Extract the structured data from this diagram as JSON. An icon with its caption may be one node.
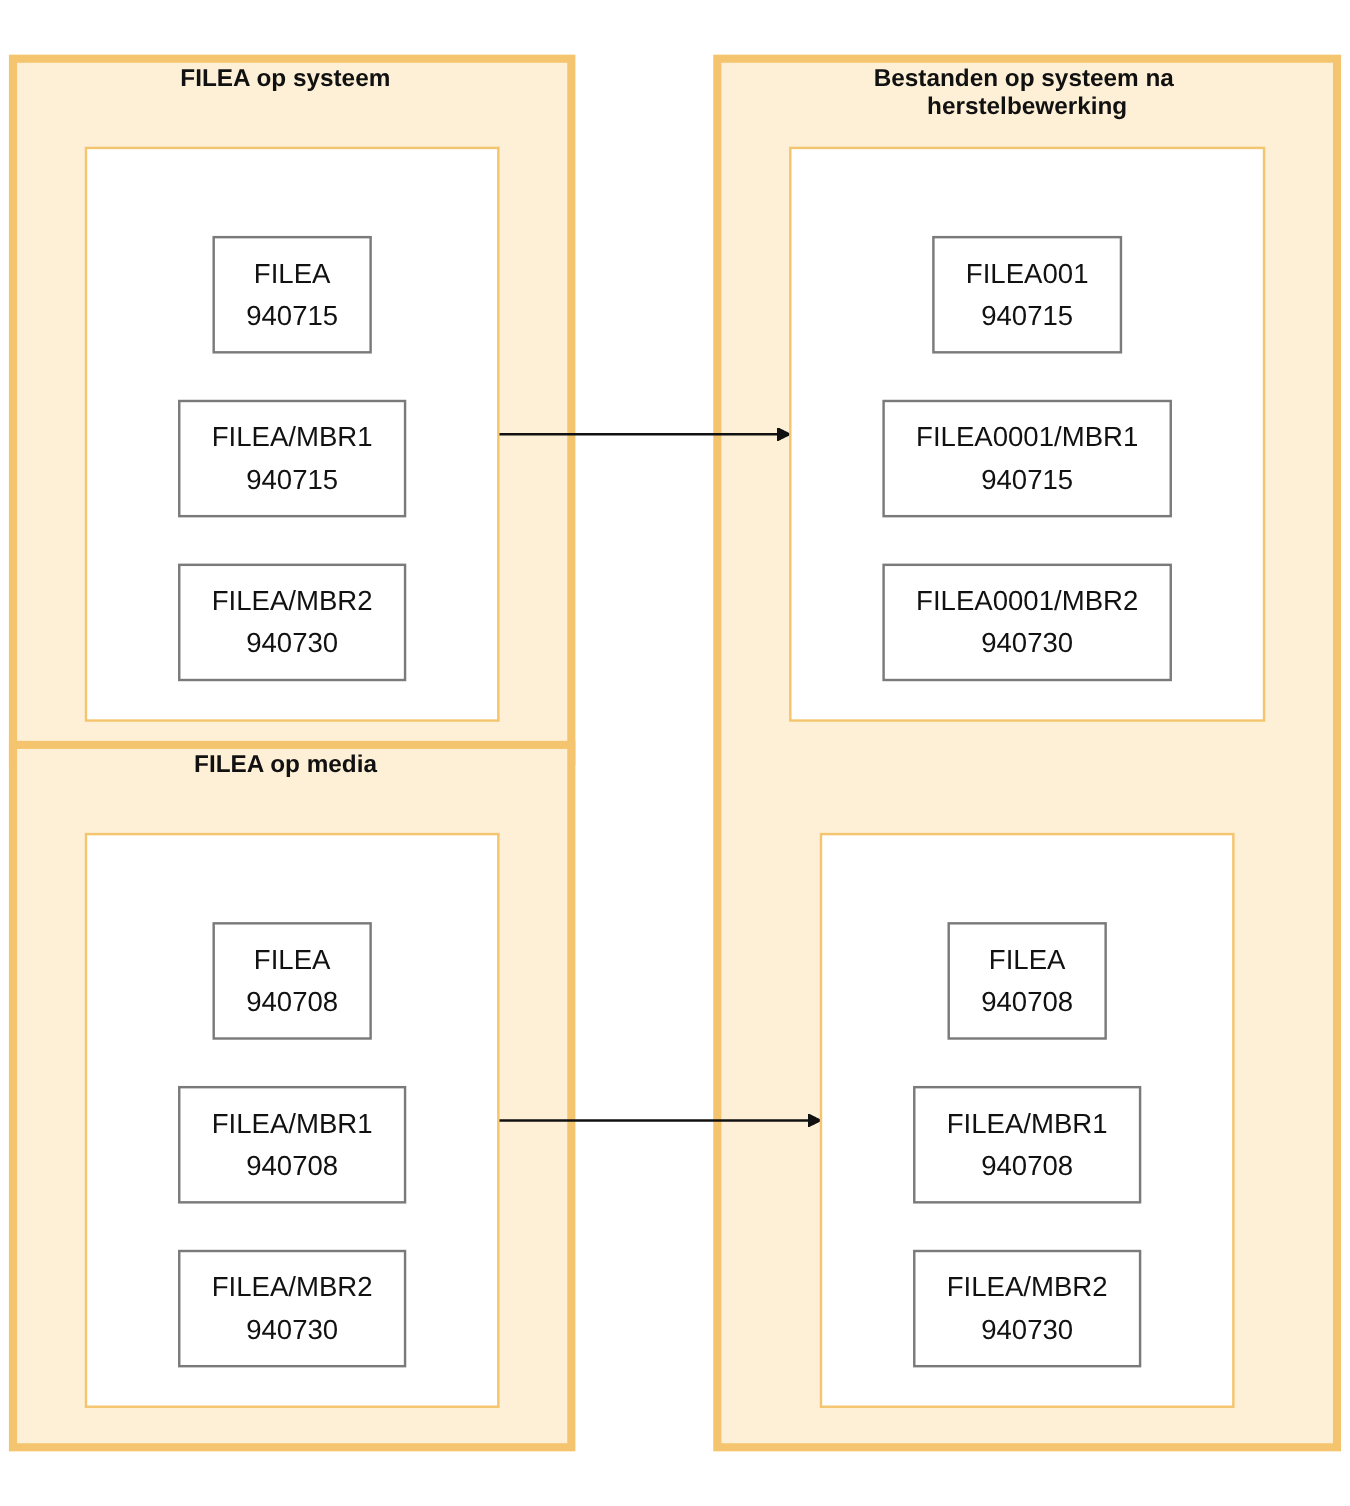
{
  "diagram": {
    "nodes": [
      {
        "text": [
          "FILEA op systeem"
        ]
      },
      {
        "text": [],
        "shape": "box",
        "in": 0
      },
      {
        "text": [
          "FILEA",
          "940715"
        ],
        "in": 1
      },
      {
        "text": [
          "FILEA/MBR1",
          "940715"
        ],
        "in": 1
      },
      {
        "text": [
          "FILEA/MBR2",
          "940730"
        ],
        "in": 1
      },
      {
        "text": [
          "FILEA op media"
        ]
      },
      {
        "text": [],
        "shape": "box",
        "in": 5
      },
      {
        "text": [
          "FILEA",
          "940708"
        ],
        "in": 6
      },
      {
        "text": [
          "FILEA/MBR1",
          "940708"
        ],
        "in": 6
      },
      {
        "text": [
          "FILEA/MBR2",
          "940730"
        ],
        "in": 6
      },
      {
        "text": [
          "Bestanden op systeem na herstelbewerking"
        ]
      },
      {
        "text": [],
        "shape": "box",
        "in": 10
      },
      {
        "text": [
          "FILEA001",
          "940715"
        ],
        "in": 11
      },
      {
        "text": [
          "FILEA0001/MBR1",
          "940715"
        ],
        "in": 11
      },
      {
        "text": [
          "FILEA0001/MBR2",
          "940730"
        ],
        "in": 11
      },
      {
        "text": [],
        "shape": "box",
        "in": 10
      },
      {
        "text": [
          "FILEA",
          "940708"
        ],
        "in": 15
      },
      {
        "text": [
          "FILEA/MBR1",
          "940708"
        ],
        "in": 15
      },
      {
        "text": [
          "FILEA/MBR2",
          "940730"
        ],
        "in": 15
      }
    ],
    "edges": [
      {
        "from": 1,
        "to": 11,
        "arrow": "to"
      },
      {
        "from": 6,
        "to": 15,
        "arrow": "to"
      }
    ]
  }
}
